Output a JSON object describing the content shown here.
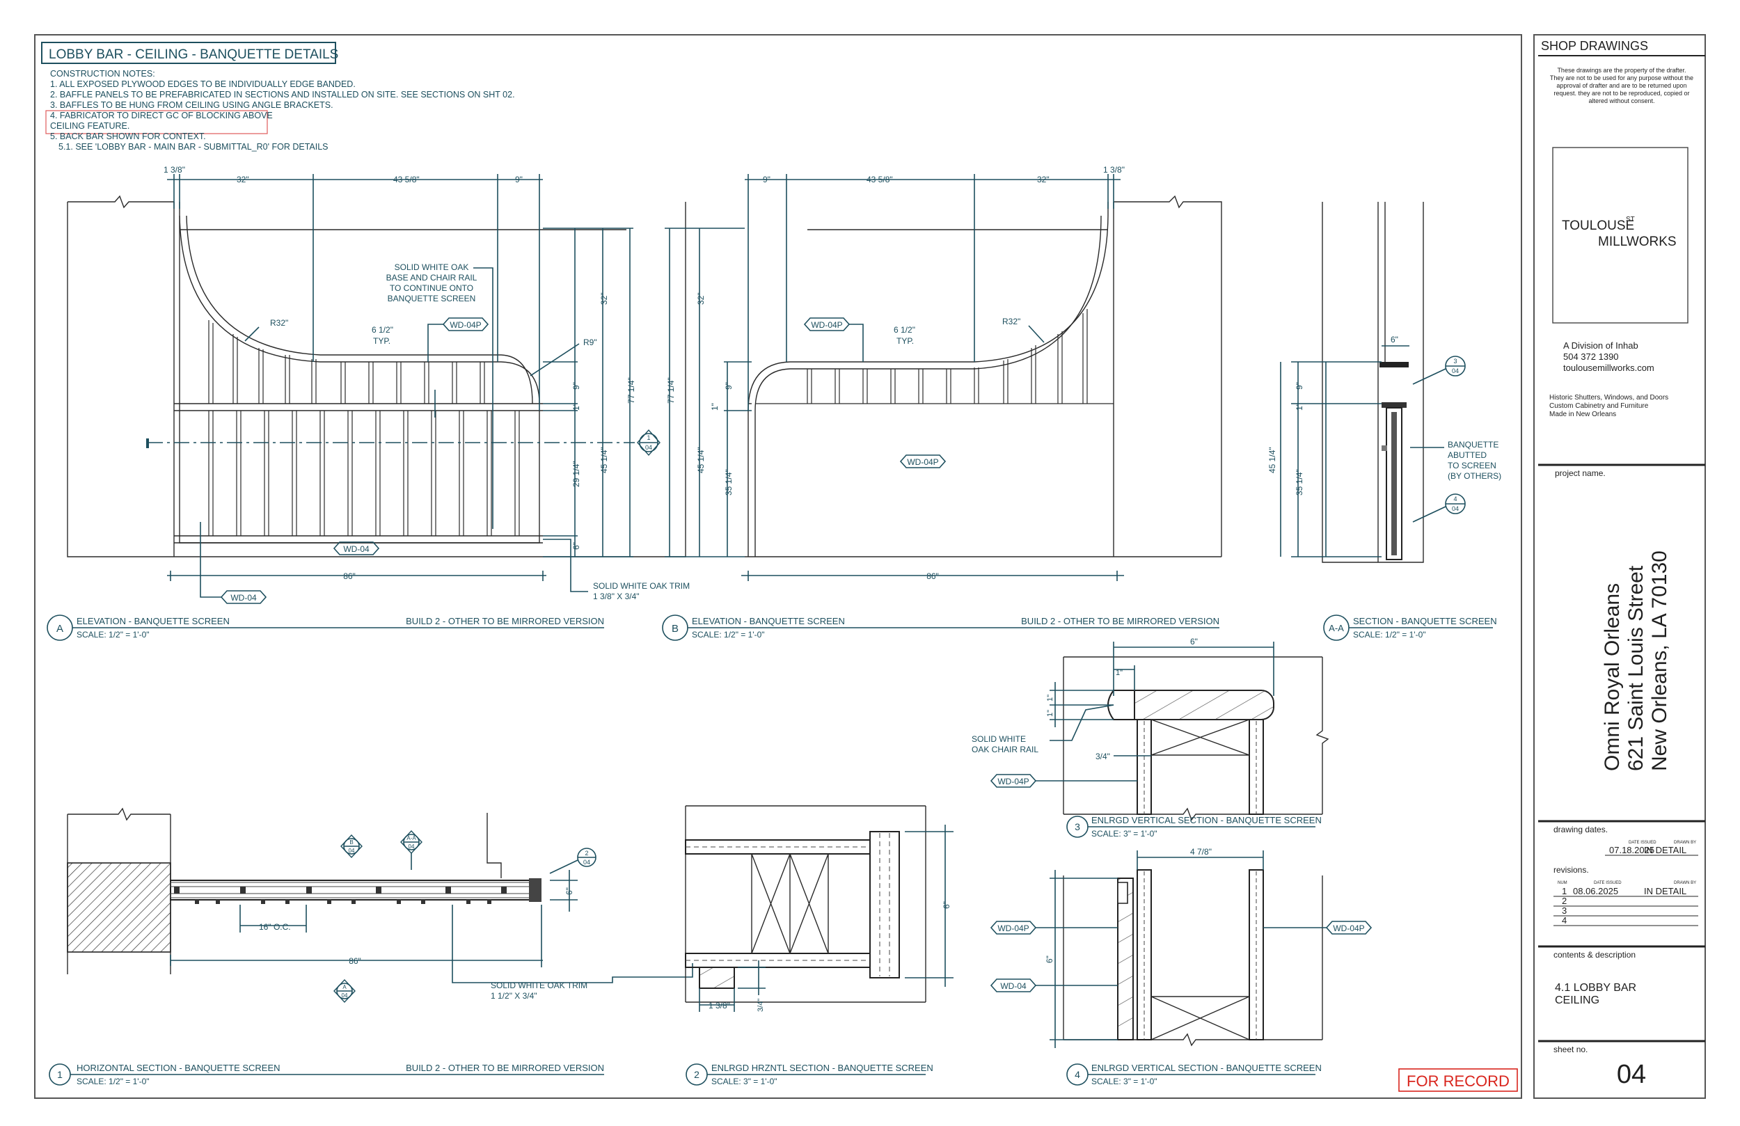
{
  "sheet_title": "LOBBY BAR - CEILING - BANQUETTE DETAILS",
  "notes": {
    "heading": "CONSTRUCTION NOTES:",
    "n1": "1. ALL EXPOSED PLYWOOD EDGES TO BE INDIVIDUALLY EDGE BANDED.",
    "n2": "2. BAFFLE PANELS TO BE PREFABRICATED IN SECTIONS AND INSTALLED ON SITE. SEE SECTIONS ON SHT 02.",
    "n3": "3. BAFFLES TO BE HUNG FROM CEILING USING ANGLE BRACKETS.",
    "n4a": "4. FABRICATOR TO DIRECT GC OF BLOCKING ABOVE",
    "n4b": "CEILING FEATURE.",
    "n5": "5. BACK BAR SHOWN FOR CONTEXT.",
    "n51": "5.1. SEE 'LOBBY BAR - MAIN BAR - SUBMITTAL_R0' FOR DETAILS"
  },
  "elev_a": {
    "d_top": [
      "1 3/8\"",
      "32\"",
      "43 5/8\"",
      "9\""
    ],
    "note_oak": [
      "SOLID WHITE OAK",
      "BASE AND CHAIR RAIL",
      "TO CONTINUE ONTO",
      "BANQUETTE SCREEN"
    ],
    "r32": "R32\"",
    "r9": "R9\"",
    "typ1": "6 1/2\"",
    "typ2": "TYP.",
    "tag_wd04p": "WD-04P",
    "tag_wd04": "WD-04",
    "tag_wd04b": "WD-04",
    "dims_v": [
      "32\"",
      "9\"",
      "1\"",
      "29 1/4\"",
      "6\"",
      "45 1/4\"",
      "77 1/4\""
    ],
    "d_bottom": "86\"",
    "trim": [
      "SOLID WHITE OAK TRIM",
      "1 3/8\" X 3/4\""
    ],
    "cut_top": "1",
    "cut_bot": "04",
    "title_letter": "A",
    "title": "ELEVATION - BANQUETTE SCREEN",
    "scale": "SCALE: 1/2\" = 1'-0\"",
    "build": "BUILD 2 - OTHER TO BE MIRRORED VERSION"
  },
  "elev_b": {
    "d_top": [
      "9\"",
      "43 5/8\"",
      "32\"",
      "1 3/8\""
    ],
    "tag_wd04p": "WD-04P",
    "tag_wd04p2": "WD-04P",
    "typ1": "6 1/2\"",
    "typ2": "TYP.",
    "r32": "R32\"",
    "dims_v": [
      "32\"",
      "77 1/4\"",
      "9\"",
      "1\"",
      "45 1/4\"",
      "35 1/4\""
    ],
    "d_bottom": "86\"",
    "title_letter": "B",
    "title": "ELEVATION - BANQUETTE SCREEN",
    "scale": "SCALE: 1/2\" = 1'-0\"",
    "build": "BUILD 2 - OTHER TO BE MIRRORED VERSION"
  },
  "section_aa": {
    "d6": "6\"",
    "dims_v": [
      "9\"",
      "1\"",
      "45 1/4\"",
      "35 1/4\""
    ],
    "note": [
      "BANQUETTE",
      "ABUTTED",
      "TO SCREEN",
      "(BY OTHERS)"
    ],
    "b3_top": "3",
    "b3_bot": "04",
    "b4_top": "4",
    "b4_bot": "04",
    "title_letter": "A-A",
    "title": "SECTION - BANQUETTE SCREEN",
    "scale": "SCALE: 1/2\" = 1'-0\""
  },
  "detail3": {
    "d6": "6\"",
    "d1a": "1\"",
    "d1b": "1\"",
    "d1c": "1\"",
    "d34": "3/4\"",
    "note": [
      "SOLID WHITE",
      "OAK CHAIR RAIL"
    ],
    "tag": "WD-04P",
    "num": "3",
    "title": "ENLRGD VERTICAL SECTION - BANQUETTE SCREEN",
    "scale": "SCALE: 3\" = 1'-0\""
  },
  "detail4": {
    "d478": "4 7/8\"",
    "d6": "6\"",
    "tag_l1": "WD-04P",
    "tag_l2": "WD-04",
    "tag_r": "WD-04P",
    "num": "4",
    "title": "ENLRGD VERTICAL SECTION - BANQUETTE SCREEN",
    "scale": "SCALE: 3\" = 1'-0\""
  },
  "detail1": {
    "oc": "16\" O.C.",
    "d86": "86\"",
    "d6": "6\"",
    "trim": [
      "SOLID WHITE OAK TRIM",
      "1 1/2\" X 3/4\""
    ],
    "markB": [
      "B",
      "04"
    ],
    "markAA": [
      "A-A",
      "04"
    ],
    "markA": [
      "A",
      "04"
    ],
    "mark2": [
      "2",
      "04"
    ],
    "num": "1",
    "title": "HORIZONTAL SECTION - BANQUETTE SCREEN",
    "scale": "SCALE: 1/2\" = 1'-0\"",
    "build": "BUILD 2 - OTHER TO BE MIRRORED VERSION"
  },
  "detail2": {
    "d6": "6\"",
    "d138": "1 3/8\"",
    "d34": "3/4\"",
    "num": "2",
    "title": "ENLRGD HRZNTL SECTION - BANQUETTE SCREEN",
    "scale": "SCALE: 3\" = 1'-0\""
  },
  "stamp": "FOR RECORD",
  "titleblock": {
    "heading": "SHOP DRAWINGS",
    "disclaimer": [
      "These drawings are the property of the drafter.",
      "They are not to be used for any purpose without the",
      "approval of drafter and are to be returned upon",
      "request. they are not to be reproduced, copied or",
      "altered without consent."
    ],
    "logo1": "TOULOUSE",
    "logo_st": "ST",
    "logo2": "MILLWORKS",
    "company": [
      "A Division of Inhab",
      "504 372 1390",
      "toulousemillworks.com"
    ],
    "services": [
      "Historic Shutters, Windows, and Doors",
      "Custom Cabinetry and Furniture",
      "Made in New Orleans"
    ],
    "project_label": "project name.",
    "project": [
      "Omni Royal Orleans",
      "621 Saint Louis Street",
      "New Orleans, LA 70130"
    ],
    "dates_label": "drawing dates.",
    "date_issued_h": "DATE ISSUED",
    "drawn_by_h": "DRAWN BY",
    "date_issued": "07.18.2025",
    "drawn_by": "IN DETAIL",
    "revisions_label": "revisions.",
    "rev_num_h": "NUM",
    "rev_date_h": "DATE ISSUED",
    "rev_by_h": "DRAWN BY",
    "revs": [
      {
        "num": "1",
        "date": "08.06.2025",
        "by": "IN DETAIL"
      },
      {
        "num": "2",
        "date": "",
        "by": ""
      },
      {
        "num": "3",
        "date": "",
        "by": ""
      },
      {
        "num": "4",
        "date": "",
        "by": ""
      }
    ],
    "contents_label": "contents & description",
    "contents": [
      "4.1 LOBBY BAR",
      "CEILING"
    ],
    "sheet_label": "sheet no.",
    "sheet_no": "04"
  },
  "colors": {
    "ink": "#1d4f5e",
    "stamp": "#d9251d"
  }
}
